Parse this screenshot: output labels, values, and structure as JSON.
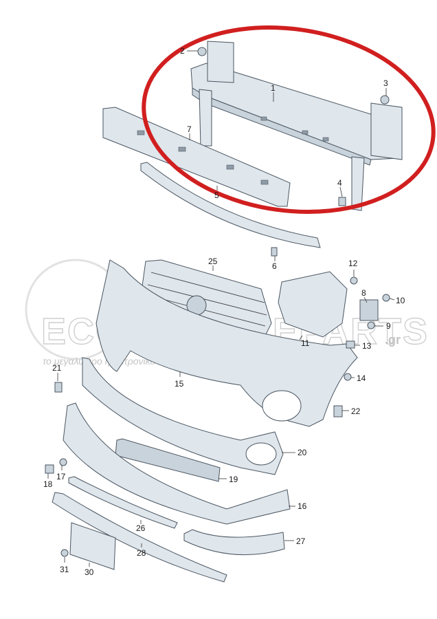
{
  "watermark": {
    "brand": "ECOMMERCEPARTS",
    "tld": ".gr",
    "tagline": "το μεγαλύτερο ηλεκτρονικό κατάστημα ανταλλακτικών"
  },
  "highlight_color": "#d11f1f",
  "callouts": [
    {
      "id": "1",
      "label": "1"
    },
    {
      "id": "2",
      "label": "2"
    },
    {
      "id": "3",
      "label": "3"
    },
    {
      "id": "4",
      "label": "4"
    },
    {
      "id": "5",
      "label": "5"
    },
    {
      "id": "6",
      "label": "6"
    },
    {
      "id": "7",
      "label": "7"
    },
    {
      "id": "8",
      "label": "8"
    },
    {
      "id": "9",
      "label": "9"
    },
    {
      "id": "10",
      "label": "10"
    },
    {
      "id": "11",
      "label": "11"
    },
    {
      "id": "12",
      "label": "12"
    },
    {
      "id": "13",
      "label": "13"
    },
    {
      "id": "14",
      "label": "14"
    },
    {
      "id": "15",
      "label": "15"
    },
    {
      "id": "16",
      "label": "16"
    },
    {
      "id": "17",
      "label": "17"
    },
    {
      "id": "18",
      "label": "18"
    },
    {
      "id": "19",
      "label": "19"
    },
    {
      "id": "20",
      "label": "20"
    },
    {
      "id": "21",
      "label": "21"
    },
    {
      "id": "22",
      "label": "22"
    },
    {
      "id": "25",
      "label": "25"
    },
    {
      "id": "26",
      "label": "26"
    },
    {
      "id": "27",
      "label": "27"
    },
    {
      "id": "28",
      "label": "28"
    },
    {
      "id": "30",
      "label": "30"
    },
    {
      "id": "31",
      "label": "31"
    }
  ]
}
